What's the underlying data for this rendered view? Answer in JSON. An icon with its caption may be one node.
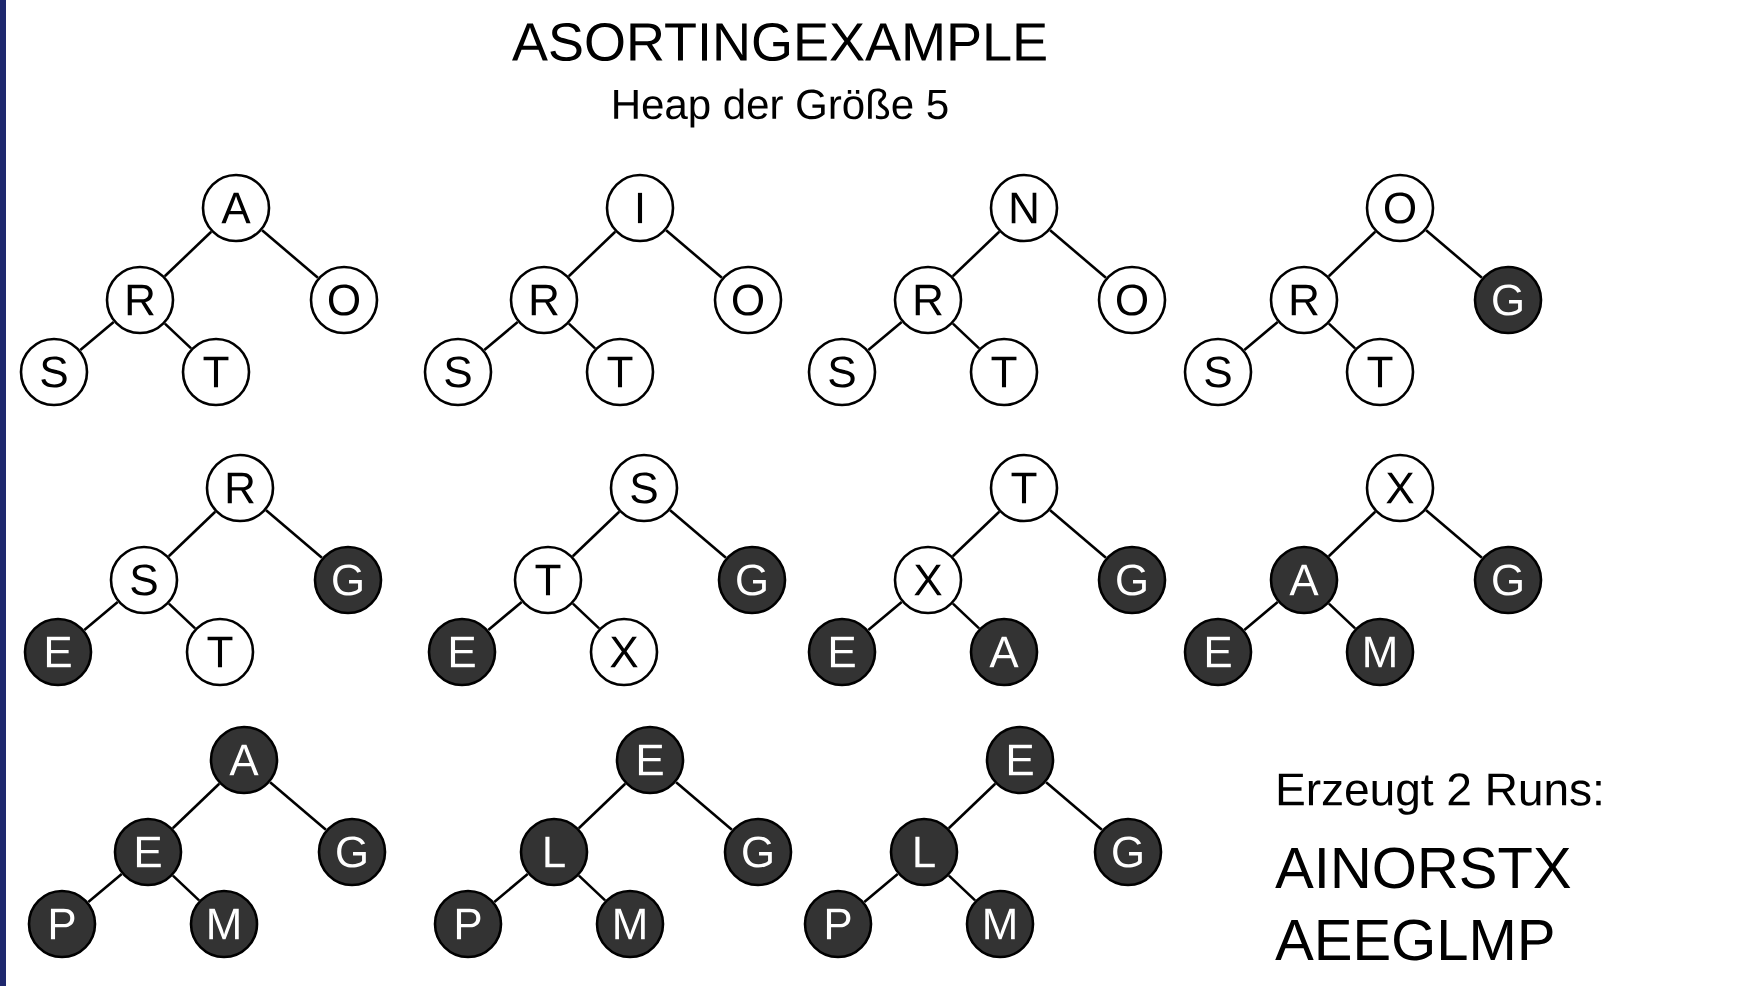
{
  "diagram": {
    "title": "ASORTINGEXAMPLE",
    "nodes": [
      {
        "text": [
          "A"
        ]
      },
      {
        "text": [
          "R"
        ]
      },
      {
        "text": [
          "O"
        ]
      },
      {
        "text": [
          "S"
        ]
      },
      {
        "text": [
          "T"
        ]
      },
      {
        "text": [
          "I"
        ]
      },
      {
        "text": [
          "R"
        ]
      },
      {
        "text": [
          "O"
        ]
      },
      {
        "text": [
          "S"
        ]
      },
      {
        "text": [
          "T"
        ]
      },
      {
        "text": [
          "N"
        ]
      },
      {
        "text": [
          "R"
        ]
      },
      {
        "text": [
          "O"
        ]
      },
      {
        "text": [
          "S"
        ]
      },
      {
        "text": [
          "T"
        ]
      },
      {
        "text": [
          "O"
        ]
      },
      {
        "text": [
          "R"
        ]
      },
      {
        "text": [
          "G"
        ]
      },
      {
        "text": [
          "S"
        ]
      },
      {
        "text": [
          "T"
        ]
      },
      {
        "text": [
          "R"
        ]
      },
      {
        "text": [
          "S"
        ]
      },
      {
        "text": [
          "G"
        ]
      },
      {
        "text": [
          "E"
        ]
      },
      {
        "text": [
          "T"
        ]
      },
      {
        "text": [
          "S"
        ]
      },
      {
        "text": [
          "T"
        ]
      },
      {
        "text": [
          "G"
        ]
      },
      {
        "text": [
          "E"
        ]
      },
      {
        "text": [
          "X"
        ]
      },
      {
        "text": [
          "T"
        ]
      },
      {
        "text": [
          "X"
        ]
      },
      {
        "text": [
          "G"
        ]
      },
      {
        "text": [
          "E"
        ]
      },
      {
        "text": [
          "A"
        ]
      },
      {
        "text": [
          "X"
        ]
      },
      {
        "text": [
          "A"
        ]
      },
      {
        "text": [
          "G"
        ]
      },
      {
        "text": [
          "E"
        ]
      },
      {
        "text": [
          "M"
        ]
      },
      {
        "text": [
          "A"
        ]
      },
      {
        "text": [
          "E"
        ]
      },
      {
        "text": [
          "G"
        ]
      },
      {
        "text": [
          "P"
        ]
      },
      {
        "text": [
          "M"
        ]
      },
      {
        "text": [
          "E"
        ]
      },
      {
        "text": [
          "L"
        ]
      },
      {
        "text": [
          "G"
        ]
      },
      {
        "text": [
          "P"
        ]
      },
      {
        "text": [
          "M"
        ]
      },
      {
        "text": [
          "E"
        ]
      },
      {
        "text": [
          "L"
        ]
      },
      {
        "text": [
          "G"
        ]
      },
      {
        "text": [
          "P"
        ]
      },
      {
        "text": [
          "M"
        ]
      }
    ],
    "edges": [
      {
        "from": 0,
        "to": 1,
        "arrow": "none"
      },
      {
        "from": 0,
        "to": 2,
        "arrow": "none"
      },
      {
        "from": 1,
        "to": 3,
        "arrow": "none"
      },
      {
        "from": 1,
        "to": 4,
        "arrow": "none"
      },
      {
        "from": 5,
        "to": 6,
        "arrow": "none"
      },
      {
        "from": 5,
        "to": 7,
        "arrow": "none"
      },
      {
        "from": 6,
        "to": 8,
        "arrow": "none"
      },
      {
        "from": 6,
        "to": 9,
        "arrow": "none"
      },
      {
        "from": 10,
        "to": 11,
        "arrow": "none"
      },
      {
        "from": 10,
        "to": 12,
        "arrow": "none"
      },
      {
        "from": 11,
        "to": 13,
        "arrow": "none"
      },
      {
        "from": 11,
        "to": 14,
        "arrow": "none"
      },
      {
        "from": 15,
        "to": 16,
        "arrow": "none"
      },
      {
        "from": 15,
        "to": 17,
        "arrow": "none"
      },
      {
        "from": 16,
        "to": 18,
        "arrow": "none"
      },
      {
        "from": 16,
        "to": 19,
        "arrow": "none"
      },
      {
        "from": 20,
        "to": 21,
        "arrow": "none"
      },
      {
        "from": 20,
        "to": 22,
        "arrow": "none"
      },
      {
        "from": 21,
        "to": 23,
        "arrow": "none"
      },
      {
        "from": 21,
        "to": 24,
        "arrow": "none"
      },
      {
        "from": 25,
        "to": 26,
        "arrow": "none"
      },
      {
        "from": 25,
        "to": 27,
        "arrow": "none"
      },
      {
        "from": 26,
        "to": 28,
        "arrow": "none"
      },
      {
        "from": 26,
        "to": 29,
        "arrow": "none"
      },
      {
        "from": 30,
        "to": 31,
        "arrow": "none"
      },
      {
        "from": 30,
        "to": 32,
        "arrow": "none"
      },
      {
        "from": 31,
        "to": 33,
        "arrow": "none"
      },
      {
        "from": 31,
        "to": 34,
        "arrow": "none"
      },
      {
        "from": 35,
        "to": 36,
        "arrow": "none"
      },
      {
        "from": 35,
        "to": 37,
        "arrow": "none"
      },
      {
        "from": 36,
        "to": 38,
        "arrow": "none"
      },
      {
        "from": 36,
        "to": 39,
        "arrow": "none"
      },
      {
        "from": 40,
        "to": 41,
        "arrow": "none"
      },
      {
        "from": 40,
        "to": 42,
        "arrow": "none"
      },
      {
        "from": 41,
        "to": 43,
        "arrow": "none"
      },
      {
        "from": 41,
        "to": 44,
        "arrow": "none"
      },
      {
        "from": 45,
        "to": 46,
        "arrow": "none"
      },
      {
        "from": 45,
        "to": 47,
        "arrow": "none"
      },
      {
        "from": 46,
        "to": 48,
        "arrow": "none"
      },
      {
        "from": 46,
        "to": 49,
        "arrow": "none"
      },
      {
        "from": 50,
        "to": 51,
        "arrow": "none"
      },
      {
        "from": 50,
        "to": 52,
        "arrow": "none"
      },
      {
        "from": 51,
        "to": 53,
        "arrow": "none"
      },
      {
        "from": 51,
        "to": 54,
        "arrow": "none"
      }
    ],
    "labels": [
      "Heap der Größe 5",
      "Erzeugt 2 Runs:",
      "AINORSTX",
      "AEEGLMP"
    ]
  }
}
